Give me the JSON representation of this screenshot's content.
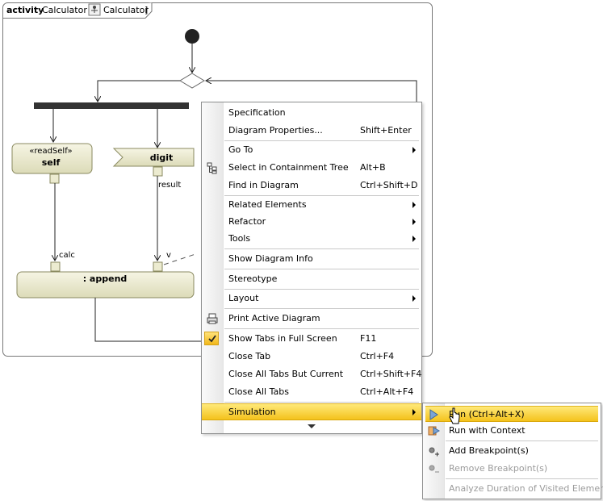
{
  "frame": {
    "keyword": "activity",
    "name": "Calculator [",
    "type_icon": "activity-type-icon",
    "type_name": "Calculator",
    "closing": "]"
  },
  "nodes": {
    "self": {
      "stereotype": "«readSelf»",
      "name": "self"
    },
    "digit": {
      "name": "digit",
      "pin": "result"
    },
    "append": {
      "name": ": append",
      "pin_left": "calc",
      "pin_right": "v"
    }
  },
  "context_menu": {
    "items": [
      {
        "label": "Specification",
        "shortcut": ""
      },
      {
        "label": "Diagram Properties...",
        "shortcut": "Shift+Enter"
      },
      {
        "label": "Go To",
        "shortcut": "",
        "submenu": true
      },
      {
        "label": "Select in Containment Tree",
        "shortcut": "Alt+B",
        "icon": "containment-tree-icon"
      },
      {
        "label": "Find in Diagram",
        "shortcut": "Ctrl+Shift+D"
      },
      {
        "label": "Related Elements",
        "shortcut": "",
        "submenu": true
      },
      {
        "label": "Refactor",
        "shortcut": "",
        "submenu": true
      },
      {
        "label": "Tools",
        "shortcut": "",
        "submenu": true
      },
      {
        "label": "Show Diagram Info",
        "shortcut": ""
      },
      {
        "label": "Stereotype",
        "shortcut": ""
      },
      {
        "label": "Layout",
        "shortcut": "",
        "submenu": true
      },
      {
        "label": "Print Active Diagram",
        "shortcut": "",
        "icon": "print-icon"
      },
      {
        "label": "Show Tabs in Full Screen",
        "shortcut": "F11",
        "checked": true
      },
      {
        "label": "Close Tab",
        "shortcut": "Ctrl+F4"
      },
      {
        "label": "Close All Tabs But Current",
        "shortcut": "Ctrl+Shift+F4"
      },
      {
        "label": "Close All Tabs",
        "shortcut": "Ctrl+Alt+F4"
      },
      {
        "label": "Simulation",
        "shortcut": "",
        "submenu": true,
        "highlighted": true
      }
    ]
  },
  "simulation_submenu": {
    "items": [
      {
        "label": "Run (Ctrl+Alt+X)",
        "icon": "run-icon",
        "highlighted": true
      },
      {
        "label": "Run with Context",
        "icon": "run-with-context-icon"
      },
      {
        "label": "Add Breakpoint(s)",
        "icon": "add-breakpoint-icon"
      },
      {
        "label": "Remove Breakpoint(s)",
        "icon": "remove-breakpoint-icon",
        "disabled": true
      },
      {
        "label": "Analyze Duration of Visited Elements",
        "disabled": true
      }
    ]
  },
  "colors": {
    "node_fill": "#ecebd0",
    "node_stroke": "#8a8a60",
    "highlight": "#f4c21c",
    "menu_border": "#8e8f8f"
  }
}
